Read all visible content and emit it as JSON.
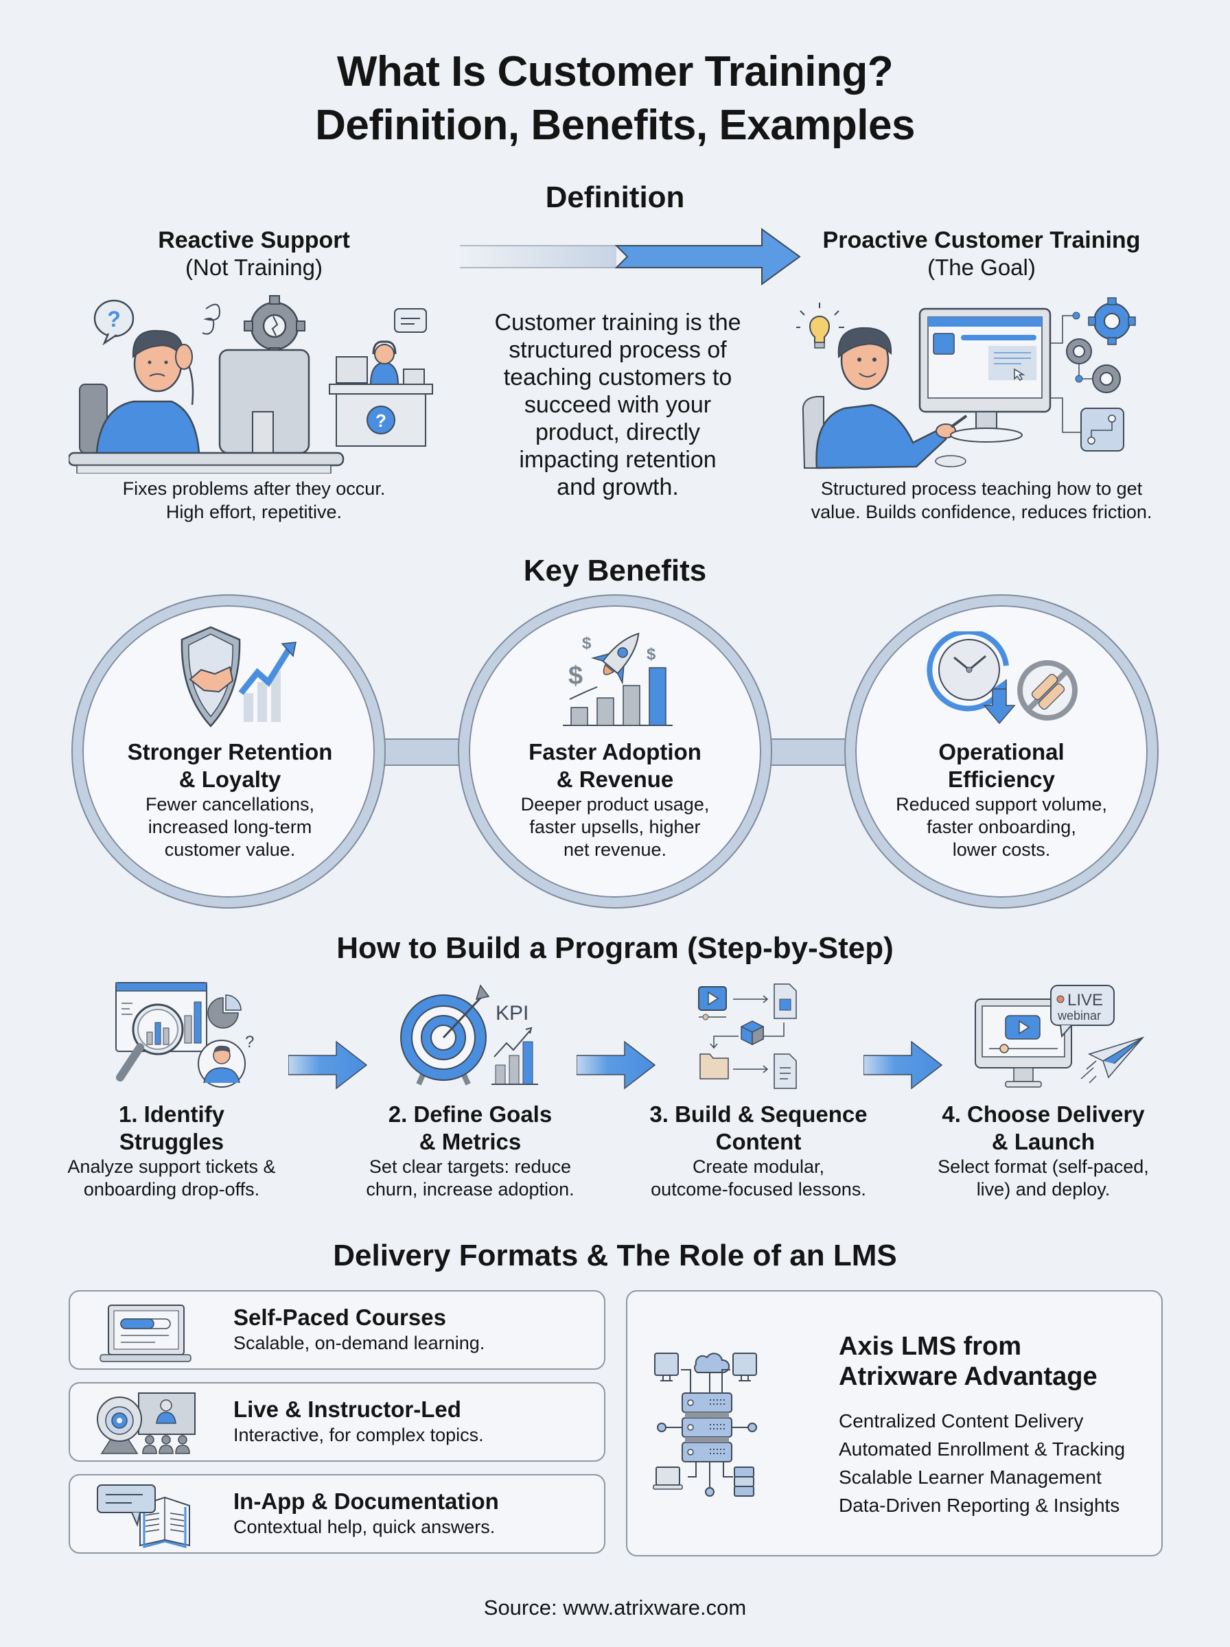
{
  "header": {
    "title_line1": "What Is Customer Training?",
    "title_line2": "Definition, Benefits, Examples"
  },
  "definition": {
    "section_title": "Definition",
    "left": {
      "title": "Reactive Support",
      "subtitle": "(Not Training)",
      "caption_line1": "Fixes problems after they occur.",
      "caption_line2": "High effort, repetitive.",
      "icon": "frustrated-user-at-desk-illustration"
    },
    "center": {
      "lines": [
        "Customer training is the",
        "structured process of",
        "teaching customers to",
        "succeed with your",
        "product, directly",
        "impacting retention",
        "and growth."
      ],
      "arrow_icon": "progress-arrow-right"
    },
    "right": {
      "title": "Proactive Customer Training",
      "subtitle": "(The Goal)",
      "caption_line1": "Structured process teaching how to get",
      "caption_line2": "value. Builds confidence, reduces friction.",
      "icon": "confident-user-at-computer-illustration"
    }
  },
  "benefits": {
    "section_title": "Key Benefits",
    "items": [
      {
        "title_line1": "Stronger Retention",
        "title_line2": "& Loyalty",
        "desc": [
          "Fewer cancellations,",
          "increased long-term",
          "customer value."
        ],
        "icon": "shield-handshake-growth-icon"
      },
      {
        "title_line1": "Faster Adoption",
        "title_line2": "& Revenue",
        "desc": [
          "Deeper product usage,",
          "faster upsells, higher",
          "net revenue."
        ],
        "icon": "rocket-revenue-chart-icon"
      },
      {
        "title_line1": "Operational",
        "title_line2": "Efficiency",
        "desc": [
          "Reduced support volume,",
          "faster onboarding,",
          "lower costs."
        ],
        "icon": "clock-no-bandage-icon"
      }
    ]
  },
  "steps": {
    "section_title": "How to Build a Program (Step-by-Step)",
    "items": [
      {
        "title_line1": "1. Identify",
        "title_line2": "Struggles",
        "desc": [
          "Analyze support tickets &",
          "onboarding drop-offs."
        ],
        "icon": "magnifier-analytics-icon"
      },
      {
        "title_line1": "2. Define Goals",
        "title_line2": "& Metrics",
        "desc": [
          "Set clear targets: reduce",
          "churn, increase adoption."
        ],
        "icon": "target-kpi-icon",
        "icon_label": "KPI"
      },
      {
        "title_line1": "3. Build & Sequence",
        "title_line2": "Content",
        "desc": [
          "Create modular,",
          "outcome-focused lessons."
        ],
        "icon": "content-flow-icon"
      },
      {
        "title_line1": "4. Choose Delivery",
        "title_line2": "& Launch",
        "desc": [
          "Select format (self-paced,",
          "live) and deploy."
        ],
        "icon": "live-webinar-launch-icon",
        "badge_line1": "LIVE",
        "badge_line2": "webinar"
      }
    ]
  },
  "delivery": {
    "section_title": "Delivery Formats & The Role of an LMS",
    "formats": [
      {
        "title": "Self-Paced Courses",
        "desc": "Scalable, on-demand learning.",
        "icon": "laptop-progress-icon"
      },
      {
        "title": "Live & Instructor-Led",
        "desc": "Interactive, for complex topics.",
        "icon": "webcam-audience-icon"
      },
      {
        "title": "In-App & Documentation",
        "desc": "Contextual help, quick answers.",
        "icon": "chat-book-icon"
      }
    ],
    "lms": {
      "title_line1": "Axis LMS from",
      "title_line2": "Atrixware Advantage",
      "items": [
        "Centralized Content Delivery",
        "Automated Enrollment & Tracking",
        "Scalable Learner Management",
        "Data-Driven Reporting & Insights"
      ],
      "icon": "server-network-icon"
    }
  },
  "footer": {
    "source": "Source: www.atrixware.com"
  },
  "colors": {
    "background": "#eef1f6",
    "accent_blue": "#4a8ee0",
    "outline": "#3f4a57",
    "light_blue": "#c2d0e2",
    "gray": "#aeb4bc",
    "skin": "#f2b99a"
  }
}
